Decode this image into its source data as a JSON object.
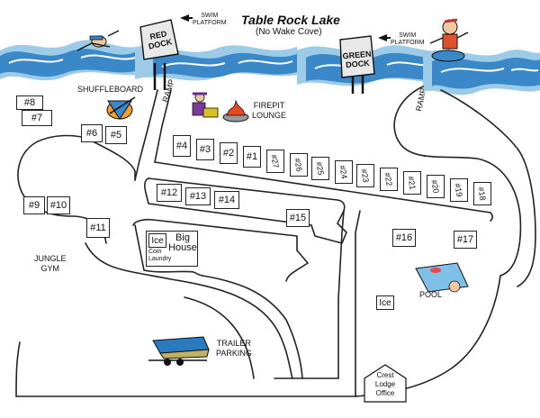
{
  "title": "Table Rock Lake",
  "subtitle": "(No Wake Cove)",
  "docks": {
    "red": {
      "line1": "RED",
      "line2": "DOCK"
    },
    "green": {
      "line1": "GREEN",
      "line2": "DOCK"
    },
    "swim_platform_1": {
      "line1": "SWIM",
      "line2": "PLATFORM"
    },
    "swim_platform_2": {
      "line1": "SWIM",
      "line2": "PLATFORM"
    }
  },
  "labels": {
    "shuffleboard": "SHUFFLEBOARD",
    "firepit_1": "FIREPIT",
    "firepit_2": "LOUNGE",
    "ramp_left": "RAMP",
    "ramp_right": "RAMP",
    "jungle_1": "JUNGLE",
    "jungle_2": "GYM",
    "trailer_1": "TRAILER",
    "trailer_2": "PARKING",
    "pool": "POOL",
    "office_1": "Crest",
    "office_2": "Lodge",
    "office_3": "Office",
    "ice_pool": "Ice"
  },
  "big_house": {
    "ice": "Ice",
    "line1": "Big",
    "line2": "House",
    "coin": "Coin",
    "laundry": "Laundry"
  },
  "sites": {
    "s8": "#8",
    "s7": "#7",
    "s6": "#6",
    "s5": "#5",
    "s9": "#9",
    "s10": "#10",
    "s11": "#11",
    "s4": "#4",
    "s3": "#3",
    "s2": "#2",
    "s1": "#1",
    "s27": "#27",
    "s26": "#26",
    "s25": "#25",
    "s24": "#24",
    "s23": "#23",
    "s22": "#22",
    "s21": "#21",
    "s20": "#20",
    "s19": "#19",
    "s18": "#18",
    "s12": "#12",
    "s13": "#13",
    "s14": "#14",
    "s15": "#15",
    "s16": "#16",
    "s17": "#17"
  },
  "colors": {
    "water": "#3a88c8",
    "water_light": "#9ccbe8",
    "line": "#222222"
  }
}
